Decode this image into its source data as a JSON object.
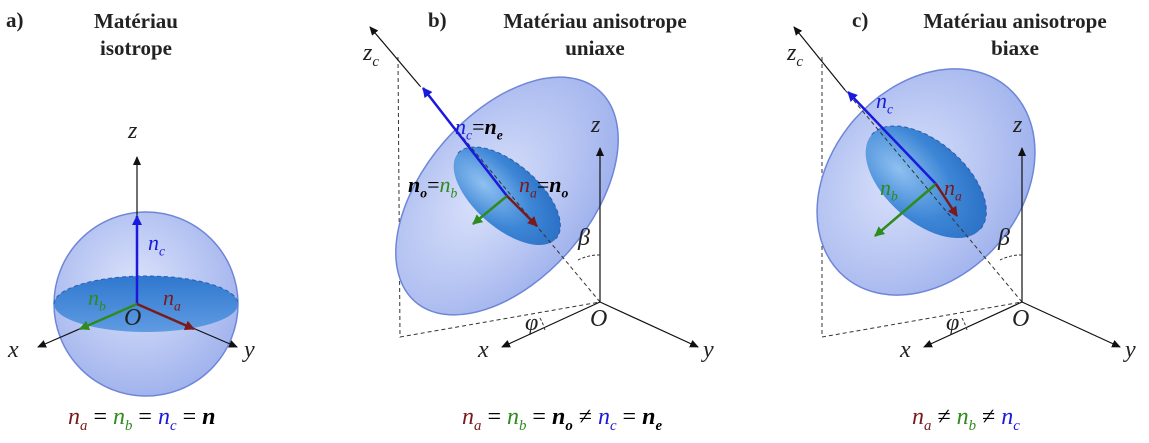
{
  "panels": [
    {
      "letter": "a)",
      "title_line1": "Matériau",
      "title_line2": "isotrope"
    },
    {
      "letter": "b)",
      "title_line1": "Matériau anisotrope",
      "title_line2": "uniaxe"
    },
    {
      "letter": "c)",
      "title_line1": "Matériau anisotrope",
      "title_line2": "biaxe"
    }
  ],
  "axes": {
    "x": "x",
    "y": "y",
    "z": "z",
    "zc": "z",
    "zc_sub": "c",
    "origin": "O",
    "phi": "φ",
    "beta": "β"
  },
  "symbols": {
    "n": "n",
    "a": "a",
    "b": "b",
    "c": "c",
    "o": "o",
    "e": "e",
    "eq": "=",
    "neq": "≠"
  },
  "colors": {
    "na": "#7a1a1a",
    "nb": "#2e8b1c",
    "nc": "#1a1adc",
    "ellipsoid": "#a9b7ee"
  }
}
